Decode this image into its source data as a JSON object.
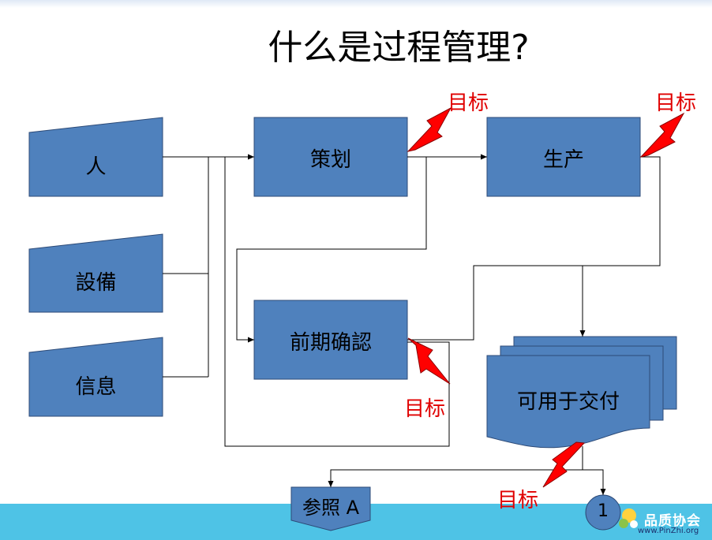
{
  "title": "什么是过程管理?",
  "inputs": [
    {
      "id": "people",
      "label": "人"
    },
    {
      "id": "equipment",
      "label": "設備"
    },
    {
      "id": "information",
      "label": "信息"
    }
  ],
  "process": {
    "planning": "策划",
    "production": "生产",
    "early_confirmation": "前期确認"
  },
  "output": {
    "deliverable": "可用于交付"
  },
  "connectors": {
    "reference": "参照 A",
    "page": "1"
  },
  "goal_label": "目标",
  "logo": {
    "name": "品质协会",
    "url": "www.PinZhi.org"
  },
  "colors": {
    "box_fill": "#4f81bd",
    "box_stroke": "#2c4a77",
    "goal": "#e00000",
    "band": "#4ec3e6"
  }
}
